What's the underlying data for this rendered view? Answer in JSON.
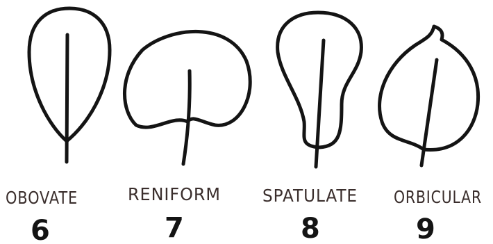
{
  "leaves": [
    {
      "name": "OBOVATE",
      "number": "6"
    },
    {
      "name": "RENIFORM",
      "number": "7"
    },
    {
      "name": "SPATULATE",
      "number": "8"
    },
    {
      "name": "ORBICULAR",
      "number": "9"
    }
  ],
  "colors": {
    "ink": "#141414",
    "label_ink": "#3a2e2c",
    "background": "#ffffff"
  }
}
